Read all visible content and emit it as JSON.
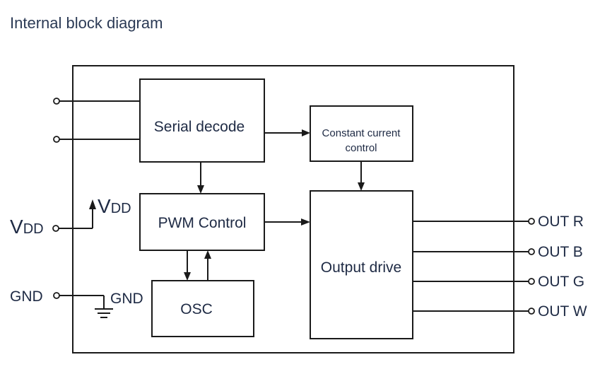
{
  "title": "Internal block diagram",
  "blocks": {
    "serial_decode": "Serial decode",
    "constant_current_line1": "Constant current",
    "constant_current_line2": "control",
    "pwm_control": "PWM Control",
    "osc": "OSC",
    "output_drive": "Output drive"
  },
  "pins": {
    "vdd_external_main": "V",
    "vdd_external_sub": "DD",
    "vdd_internal_main": "V",
    "vdd_internal_sub": "DD",
    "gnd_external": "GND",
    "gnd_internal": "GND",
    "out_r": "OUT R",
    "out_b": "OUT B",
    "out_g": "OUT G",
    "out_w": "OUT W"
  }
}
